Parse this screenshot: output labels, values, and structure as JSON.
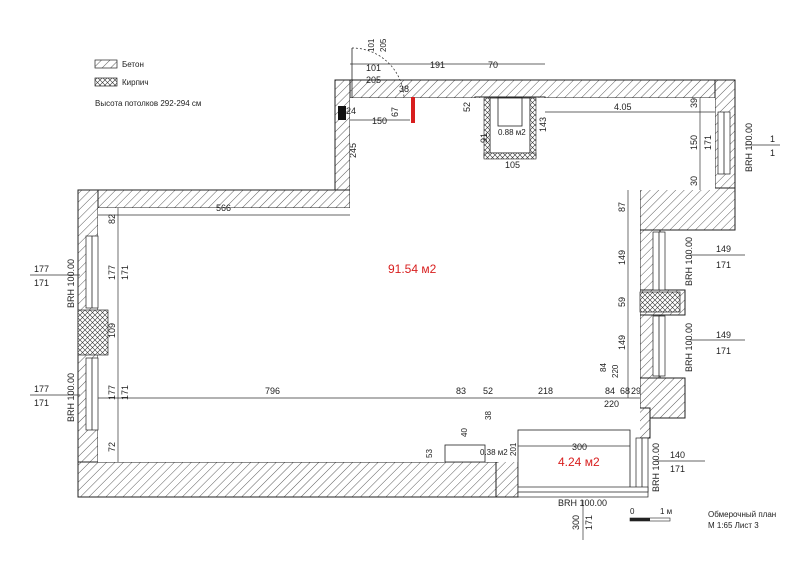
{
  "legend": {
    "concrete": "Бетон",
    "brick": "Кирпич",
    "ceiling": "Высота потолков 292-294 см"
  },
  "areas": {
    "main": "91.54 м2",
    "loggia": "4.24 м2",
    "shaft": "0.88 м2",
    "niche": "0.38 м2"
  },
  "title_block": {
    "line1": "Обмерочный план",
    "line2": "М 1:65 Лист 3",
    "scale_zero": "0",
    "scale_one": "1 м"
  },
  "dims": {
    "d101a": "101",
    "d205a": "205",
    "d101b": "101",
    "d205b": "205",
    "d38": "38",
    "d191": "191",
    "d70": "70",
    "d52a": "52",
    "d67": "67",
    "d150a": "150",
    "d24": "24",
    "d245": "245",
    "d91": "91",
    "d143": "143",
    "d105": "105",
    "d405": "4.05",
    "d39": "39",
    "d150b": "150",
    "d171a": "171",
    "d30": "30",
    "d566": "566",
    "d82": "82",
    "d87": "87",
    "d177a": "177",
    "d171b": "171",
    "d109": "109",
    "d177b": "177",
    "d171c": "171",
    "d72": "72",
    "d149a": "149",
    "d59": "59",
    "d149b": "149",
    "d796": "796",
    "d83": "83",
    "d52b": "52",
    "d218": "218",
    "d84a": "84",
    "d220a": "220",
    "d84b": "84",
    "d68": "68",
    "d29": "29",
    "d220b": "220",
    "d38b": "38",
    "d40": "40",
    "d53": "53",
    "d201": "201",
    "d300a": "300",
    "d140": "140",
    "d171d": "171",
    "d300b": "300",
    "d171e": "171"
  },
  "windows": {
    "w_right_top": "BRH 100.00",
    "w_right_top_n": "1",
    "w_right_top_d": "1",
    "w_left_top": "BRH 100.00",
    "w_left_top_n": "177",
    "w_left_top_d": "171",
    "w_left_bot": "BRH 100.00",
    "w_left_bot_n": "177",
    "w_left_bot_d": "171",
    "w_right_mid1": "BRH 100.00",
    "w_right_mid1_n": "149",
    "w_right_mid1_d": "171",
    "w_right_mid2": "BRH 100.00",
    "w_right_mid2_n": "149",
    "w_right_mid2_d": "171",
    "w_loggia_side": "BRH 100.00",
    "w_loggia_side_n": "140",
    "w_loggia_side_d": "171",
    "w_loggia_bot": "BRH 100.00",
    "w_loggia_bot_n": "300",
    "w_loggia_bot_d": "171"
  },
  "colors": {
    "area_red": "#d81e1e",
    "wall_stroke": "#222222"
  }
}
